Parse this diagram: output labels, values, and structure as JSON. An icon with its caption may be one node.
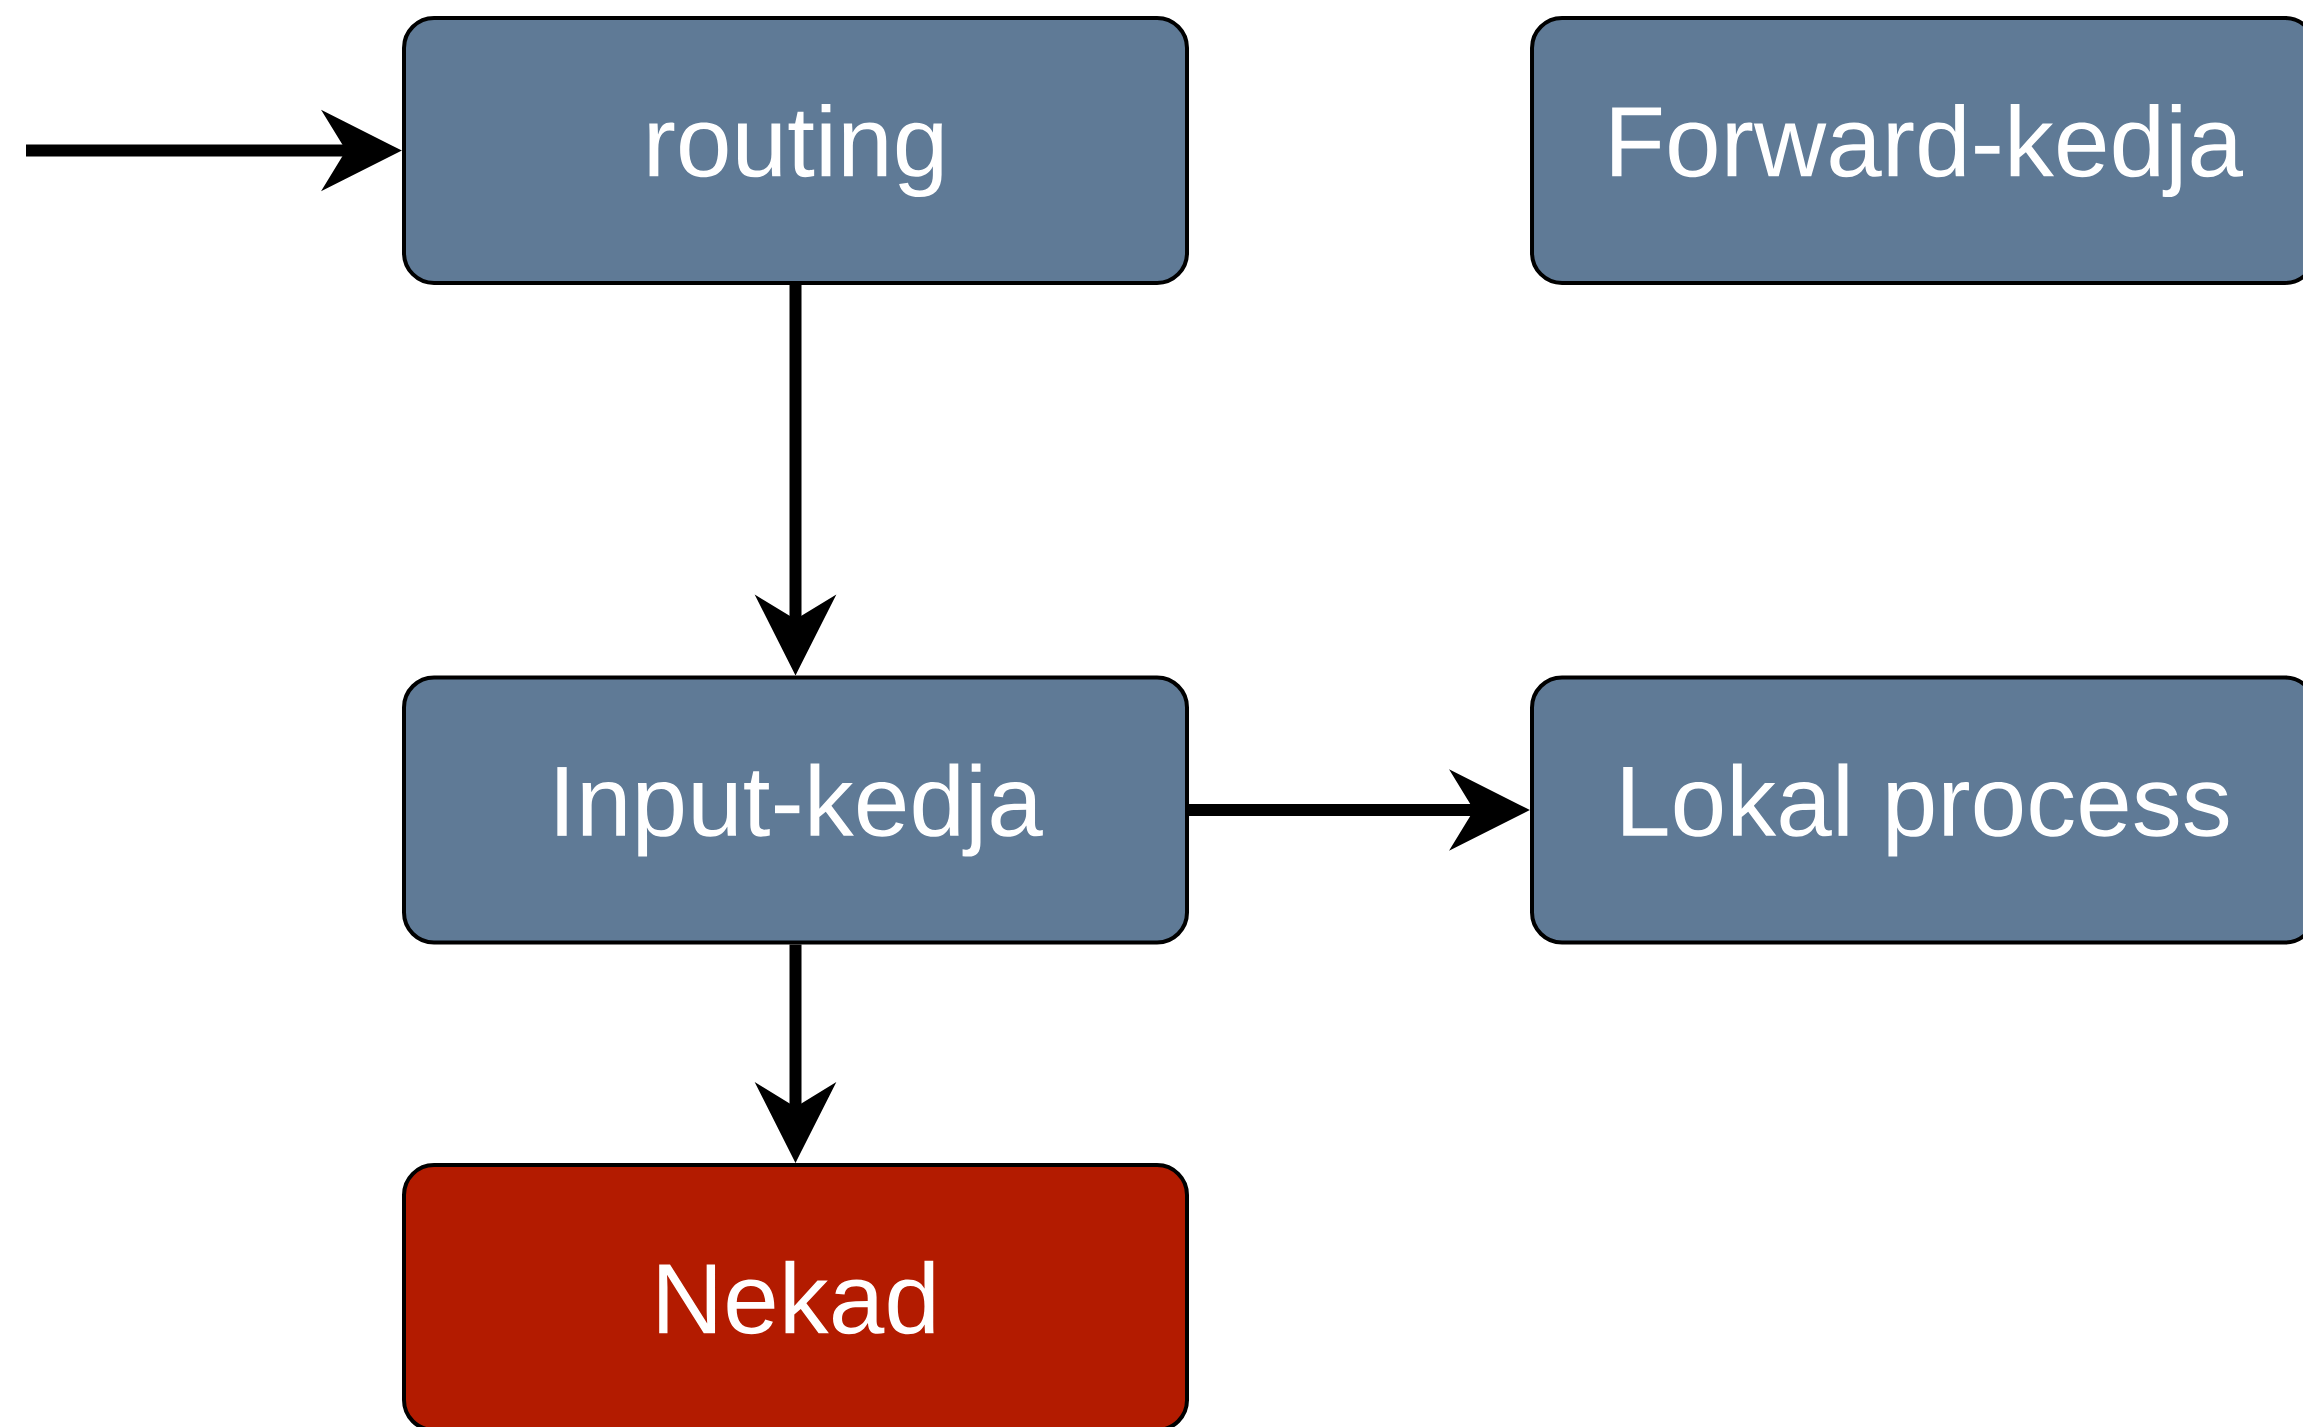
{
  "diagram": {
    "nodes": [
      {
        "text": [
          "routing"
        ]
      },
      {
        "text": [
          "Forward-kedja"
        ]
      },
      {
        "text": [
          "Input-kedja"
        ]
      },
      {
        "text": [
          "Lokal process"
        ]
      },
      {
        "text": [
          "Nekad"
        ]
      }
    ],
    "edges": [
      {
        "from": null,
        "to": 0,
        "arrow": "to"
      },
      {
        "from": 0,
        "to": 2,
        "arrow": "to"
      },
      {
        "from": 2,
        "to": 3,
        "arrow": "to"
      },
      {
        "from": 2,
        "to": 4,
        "arrow": "to"
      }
    ]
  }
}
